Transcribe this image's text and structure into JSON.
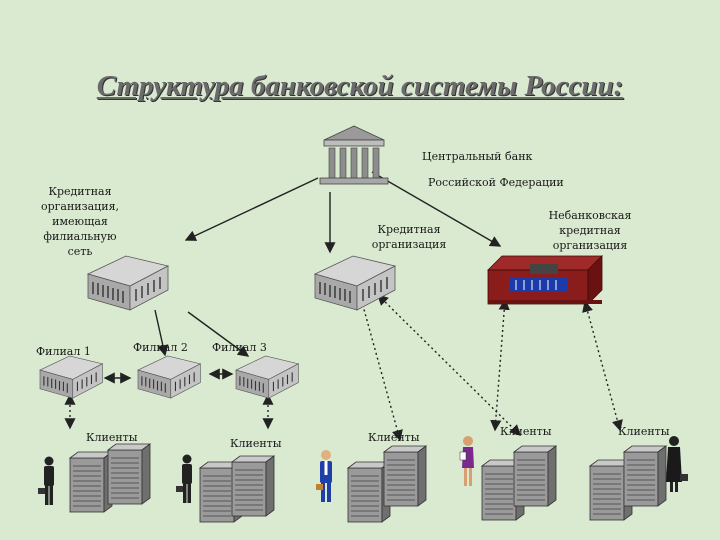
{
  "title": "Структура банковской системы России:",
  "central_bank": {
    "line1": "Центральный банк",
    "line2": "Российской Федерации"
  },
  "org_with_branches": {
    "line1": "Кредитная",
    "line2": "организация,",
    "line3": "имеющая",
    "line4": "филиальную",
    "line5": "сеть"
  },
  "credit_org": {
    "line1": "Кредитная",
    "line2": "организация"
  },
  "non_bank_org": {
    "line1": "Небанковская",
    "line2": "кредитная",
    "line3": "организация"
  },
  "branches": [
    "Филиал 1",
    "Филиал 2",
    "Филиал 3"
  ],
  "clients": [
    "Клиенты",
    "Клиенты",
    "Клиенты",
    "Клиенты",
    "Клиенты"
  ],
  "colors": {
    "background": "#d9ead0",
    "arrow": "#222222",
    "building": "#b8b8b8",
    "non_bank_building": "#8b1c1c",
    "server": "#8a8a8a"
  }
}
